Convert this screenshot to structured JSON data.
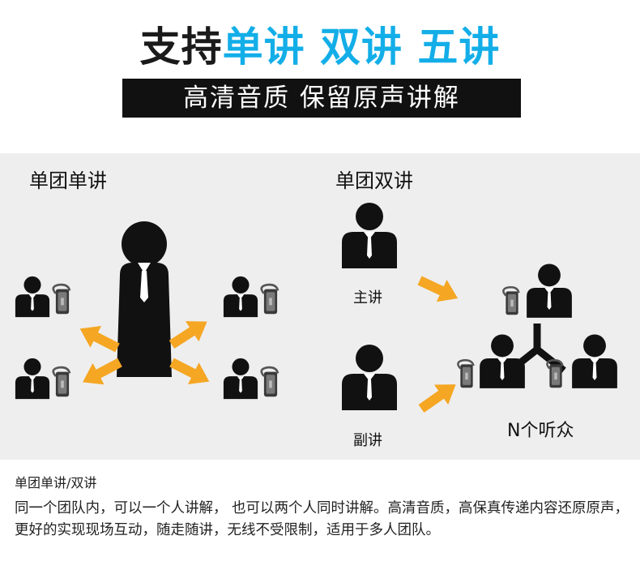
{
  "header": {
    "title_prefix": "支持",
    "title_highlight": "单讲 双讲 五讲",
    "subtitle": "高清音质 保留原声讲解"
  },
  "diagram": {
    "single": {
      "title": "单团单讲"
    },
    "double": {
      "title": "单团双讲",
      "main_speaker": "主讲",
      "co_speaker": "副讲",
      "listeners": "N个听众"
    },
    "colors": {
      "arrow": "#f5a623",
      "figure": "#111111",
      "panel": "#eeeeee",
      "accent": "#13aee8"
    },
    "icons": [
      "person-icon",
      "earpiece-icon",
      "arrow-icon"
    ]
  },
  "caption": {
    "title": "单团单讲/双讲",
    "body": "同一个团队内，可以一个人讲解， 也可以两个人同时讲解。高清音质，高保真传递内容还原原声，更好的实现现场互动，随走随讲，无线不受限制，适用于多人团队。"
  }
}
